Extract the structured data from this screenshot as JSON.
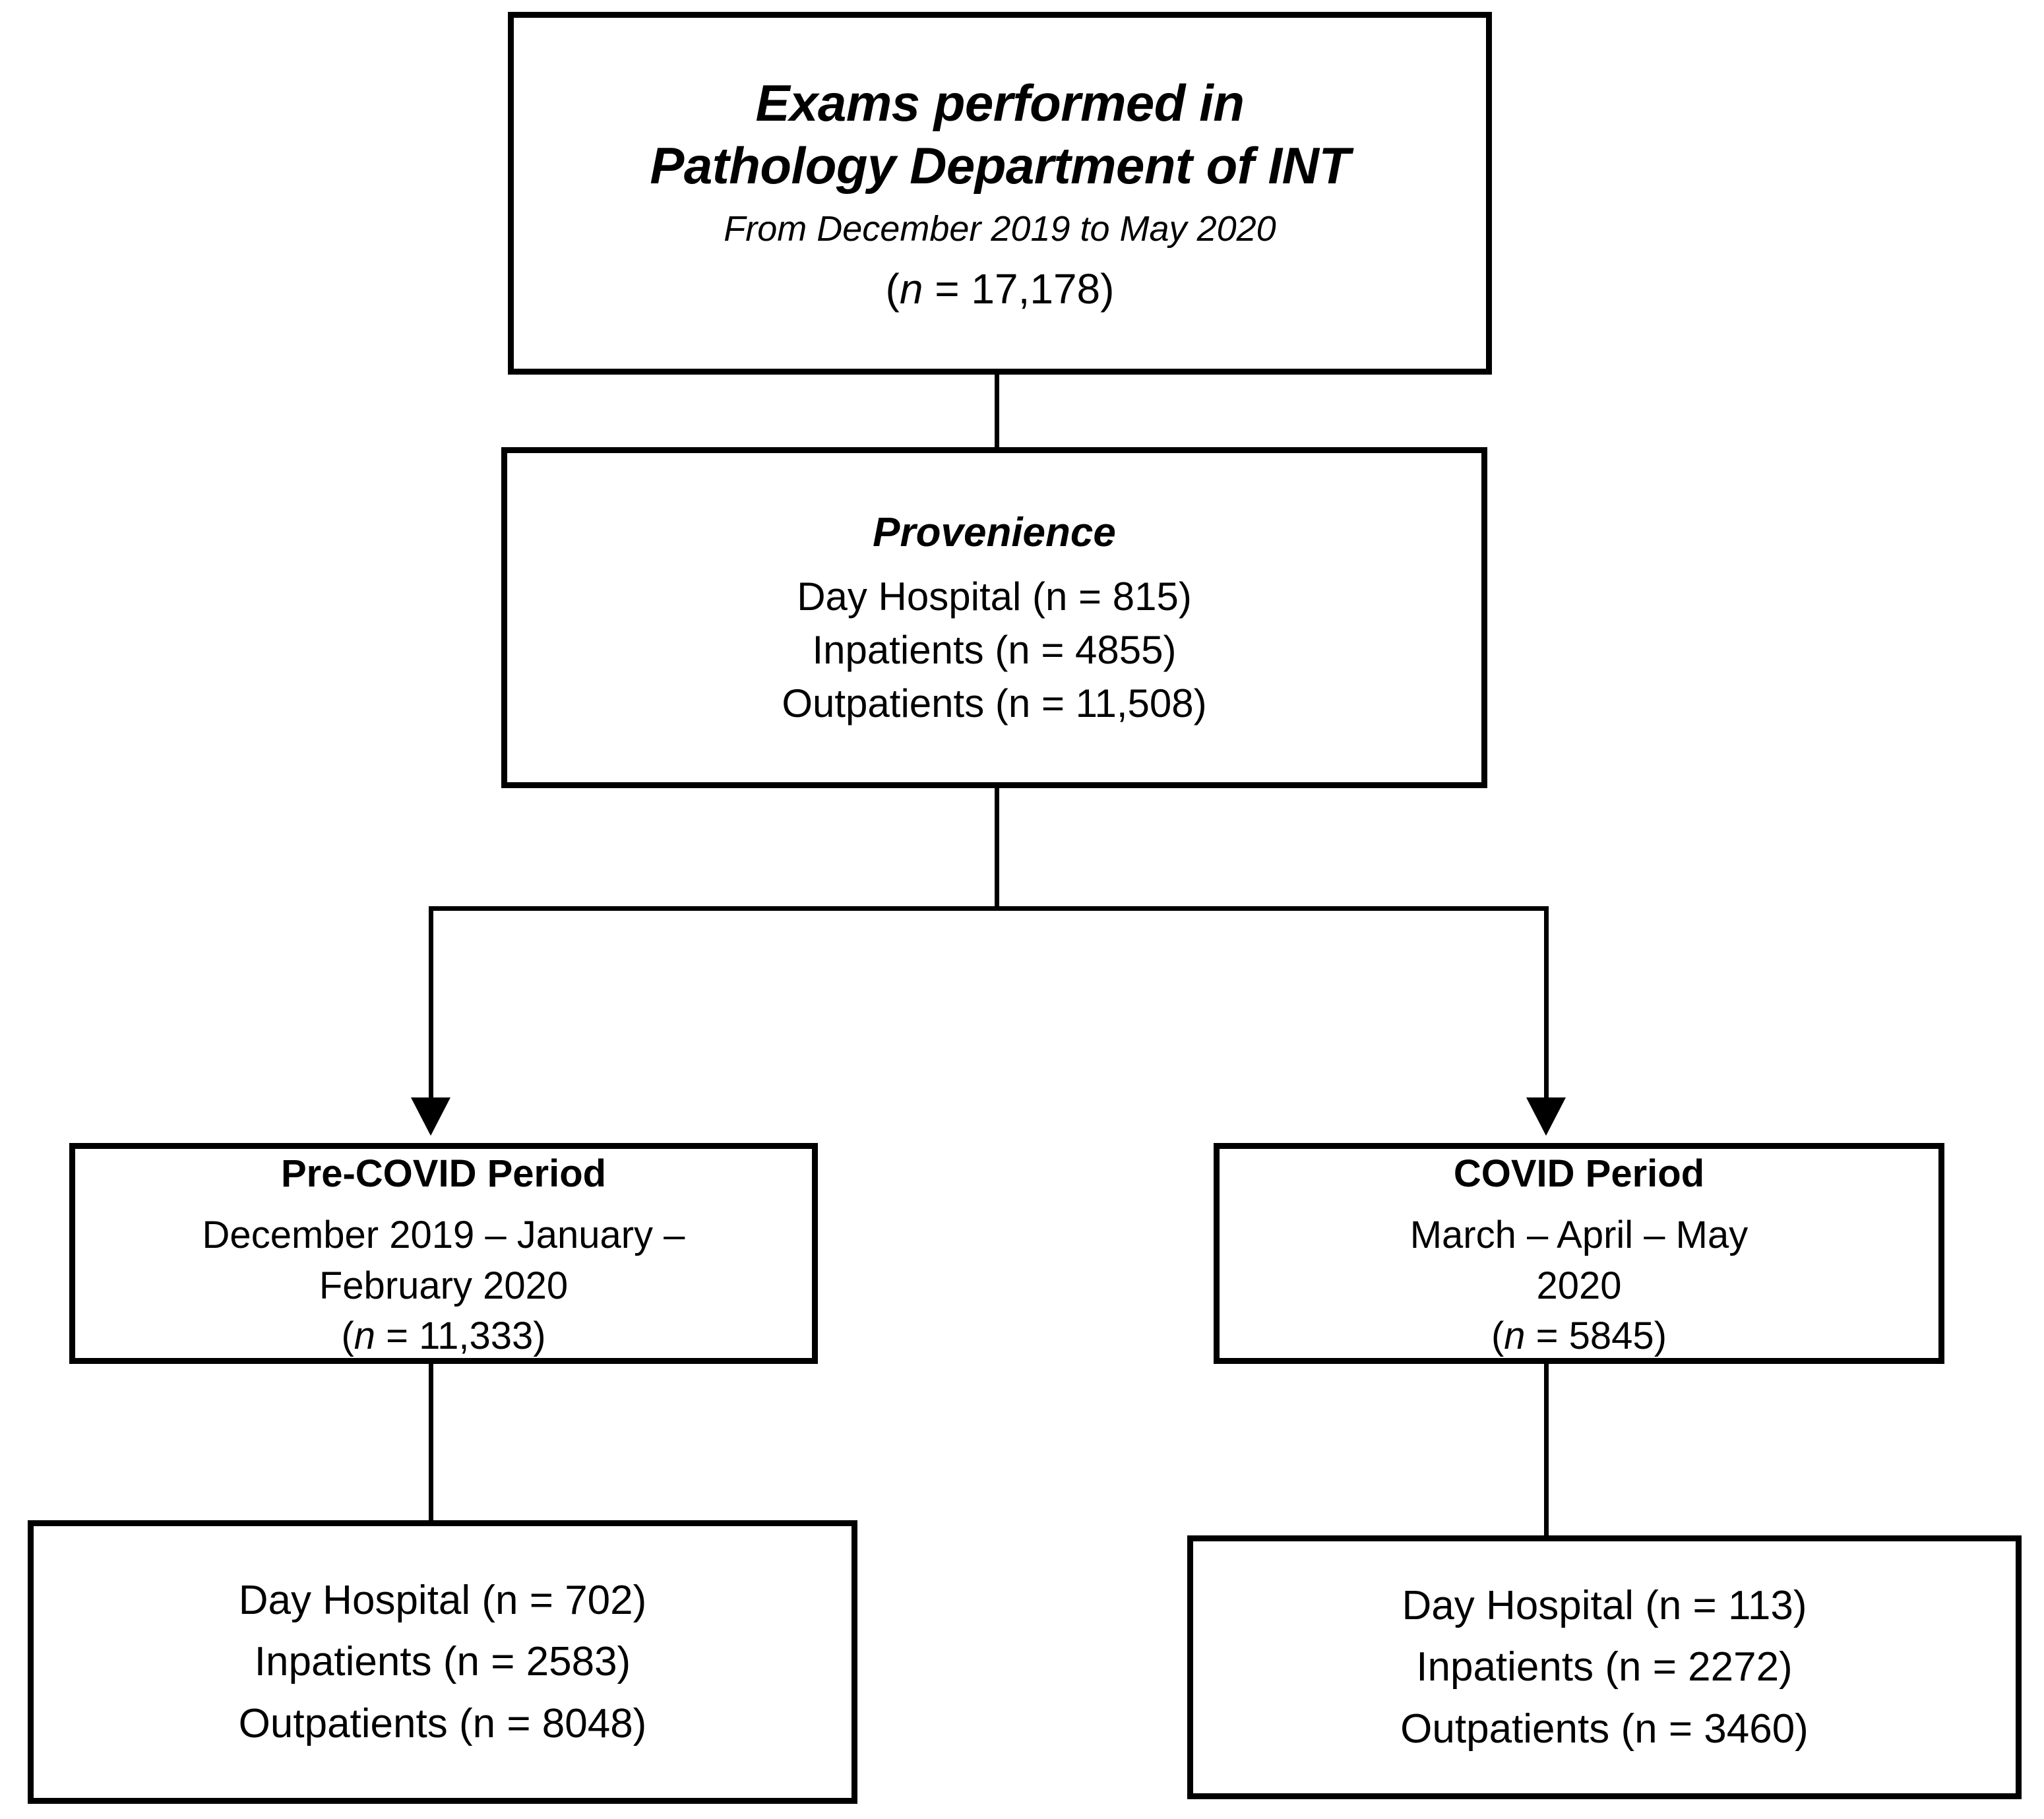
{
  "diagram": {
    "type": "flowchart",
    "title": "Exams performed in Pathology Department of INT flow diagram",
    "nodes": {
      "root": {
        "title_line1": "Exams performed in",
        "title_line2": "Pathology Department of INT",
        "subtitle": "From December 2019 to May 2020",
        "count_open": "(",
        "count_n": "n",
        "count_value": " = 17,178)"
      },
      "provenience": {
        "title": "Provenience",
        "rows": [
          "Day Hospital  (n = 815)",
          "Inpatients (n = 4855)",
          "Outpatients (n = 11,508)"
        ]
      },
      "pre_covid": {
        "title": "Pre-COVID Period",
        "line1": "December 2019 – January  –",
        "line2": "February 2020",
        "count_open": "(",
        "count_n": "n",
        "count_value": " = 11,333)"
      },
      "covid": {
        "title": "COVID Period",
        "line1": "March – April – May",
        "line2": "2020",
        "count_open": "(",
        "count_n": "n",
        "count_value": " = 5845)"
      },
      "pre_covid_detail": {
        "rows": [
          "Day Hospital  (n = 702)",
          "Inpatients (n = 2583)",
          "Outpatients (n = 8048)"
        ]
      },
      "covid_detail": {
        "rows": [
          "Day Hospital  (n = 113)",
          "Inpatients (n = 2272)",
          "Outpatients (n = 3460)"
        ]
      }
    },
    "colors": {
      "stroke": "#000000",
      "fill": "#ffffff",
      "text": "#000000"
    }
  }
}
